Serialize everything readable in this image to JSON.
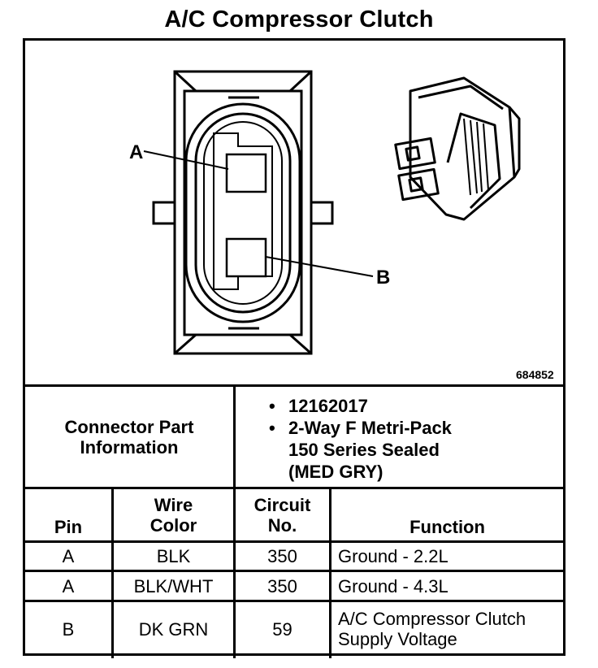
{
  "title": "A/C Compressor Clutch",
  "figure_number": "684852",
  "pin_labels": [
    "A",
    "B"
  ],
  "connector_info": {
    "label": [
      "Connector Part",
      "Information"
    ],
    "items": [
      "12162017",
      "2-Way F Metri-Pack",
      "150 Series Sealed",
      "(MED GRY)"
    ]
  },
  "table": {
    "headers": {
      "pin": "Pin",
      "wire": [
        "Wire",
        "Color"
      ],
      "circuit": [
        "Circuit",
        "No."
      ],
      "function": "Function"
    },
    "rows": [
      {
        "pin": "A",
        "wire": "BLK",
        "circuit": "350",
        "function": [
          "Ground - 2.2L"
        ]
      },
      {
        "pin": "A",
        "wire": "BLK/WHT",
        "circuit": "350",
        "function": [
          "Ground - 4.3L"
        ]
      },
      {
        "pin": "B",
        "wire": "DK GRN",
        "circuit": "59",
        "function": [
          "A/C Compressor Clutch",
          "Supply Voltage"
        ]
      }
    ]
  }
}
